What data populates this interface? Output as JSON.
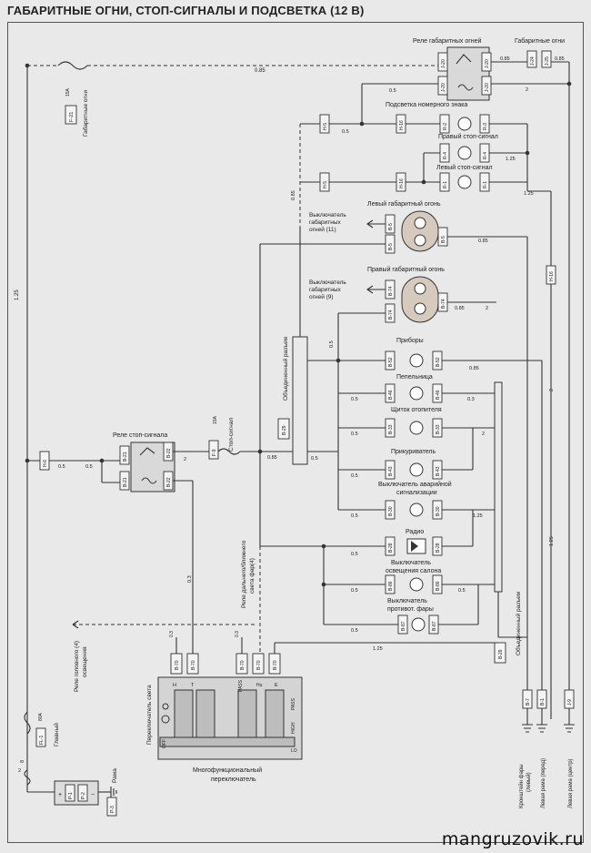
{
  "title": "ГАБАРИТНЫЕ ОГНИ, СТОП-СИГНАЛЫ И ПОДСВЕТКА (12 В)",
  "watermark": "mangruzovik.ru",
  "components": {
    "relay_marker": "Реле габаритных огней",
    "marker_lights": "Габаритные огни",
    "plate_light": "Подсветка номерного знака",
    "right_stop": "Правый стоп-сигнал",
    "left_stop": "Левый стоп-сигнал",
    "left_marker": "Левый габаритный огонь",
    "right_marker": "Правый габаритный огонь",
    "switch11": [
      "Выключатель",
      "габаритных",
      "огней (11)"
    ],
    "switch9": [
      "Выключатель",
      "габаритных",
      "огней (9)"
    ],
    "instruments": "Приборы",
    "ashtray": "Пепельница",
    "heater": "Щиток отопителя",
    "lighter": "Прикуриватель",
    "hazard": [
      "Выключатель аварийной",
      "сигнализации"
    ],
    "radio": "Радио",
    "cabin_light": [
      "Выключатель",
      "освещения салона"
    ],
    "fog_switch": [
      "Выключатель",
      "противот. фары"
    ],
    "stop_relay": "Реле стоп-сигнала",
    "stop_signal_fuse": "Стоп-сигнал",
    "light_switch": "Переключатель света",
    "multi_switch": [
      "Многофункциональный",
      "переключатель"
    ],
    "joint_connector": "Объединенный разъем",
    "beam_relay": [
      "Реле дальнего/ближнего",
      "света фар(4)"
    ],
    "headlight_relay": [
      "Реле головного (4)",
      "освещения"
    ],
    "main": "Главный",
    "frame": "Рама",
    "ground_headlamp_bracket": [
      "Кронштейн фары",
      "(левый)"
    ],
    "ground_left_frame_front": "Левая рама (перед)",
    "ground_left_frame_center": "Левая рама (центр)"
  },
  "fuses": {
    "f21": "F-21",
    "f21_rating": "15A",
    "f9": "F-9",
    "f9_rating": "15A",
    "fl1": "FL-1",
    "fl1_rating": "80A"
  },
  "connector_ids": {
    "j20": "J-20",
    "j24": "J-24",
    "j25": "J-25",
    "h5": "H-5",
    "h16": "H-16",
    "h6": "H-6",
    "r2": "R-2",
    "r3": "R-3",
    "r4": "R-4",
    "r1": "R-1",
    "b5": "B-5",
    "b74": "B-74",
    "b52": "B-52",
    "b46": "B-46",
    "b33": "B-33",
    "b43": "B-43",
    "b30": "B-30",
    "b28": "B-28",
    "b86": "B-86",
    "b87": "B-87",
    "b22": "B-22",
    "b21": "B-21",
    "b29": "B-29",
    "b70": "B-70",
    "b7": "B-7",
    "b1": "B-1",
    "j9": "J-9",
    "p1": "P-1",
    "p2": "P-2",
    "p3": "P-3"
  },
  "wire_sizes": {
    "w085": "0.85",
    "w05": "0.5",
    "w2": "2",
    "w125": "1.25",
    "w03": "0.3",
    "w8": "8"
  },
  "switch_positions": {
    "h": "H",
    "t": "T",
    "pass": "PASS",
    "hu": "Hu",
    "e": "E",
    "off": "OFF",
    "high": "HIGH",
    "lo": "LO"
  }
}
